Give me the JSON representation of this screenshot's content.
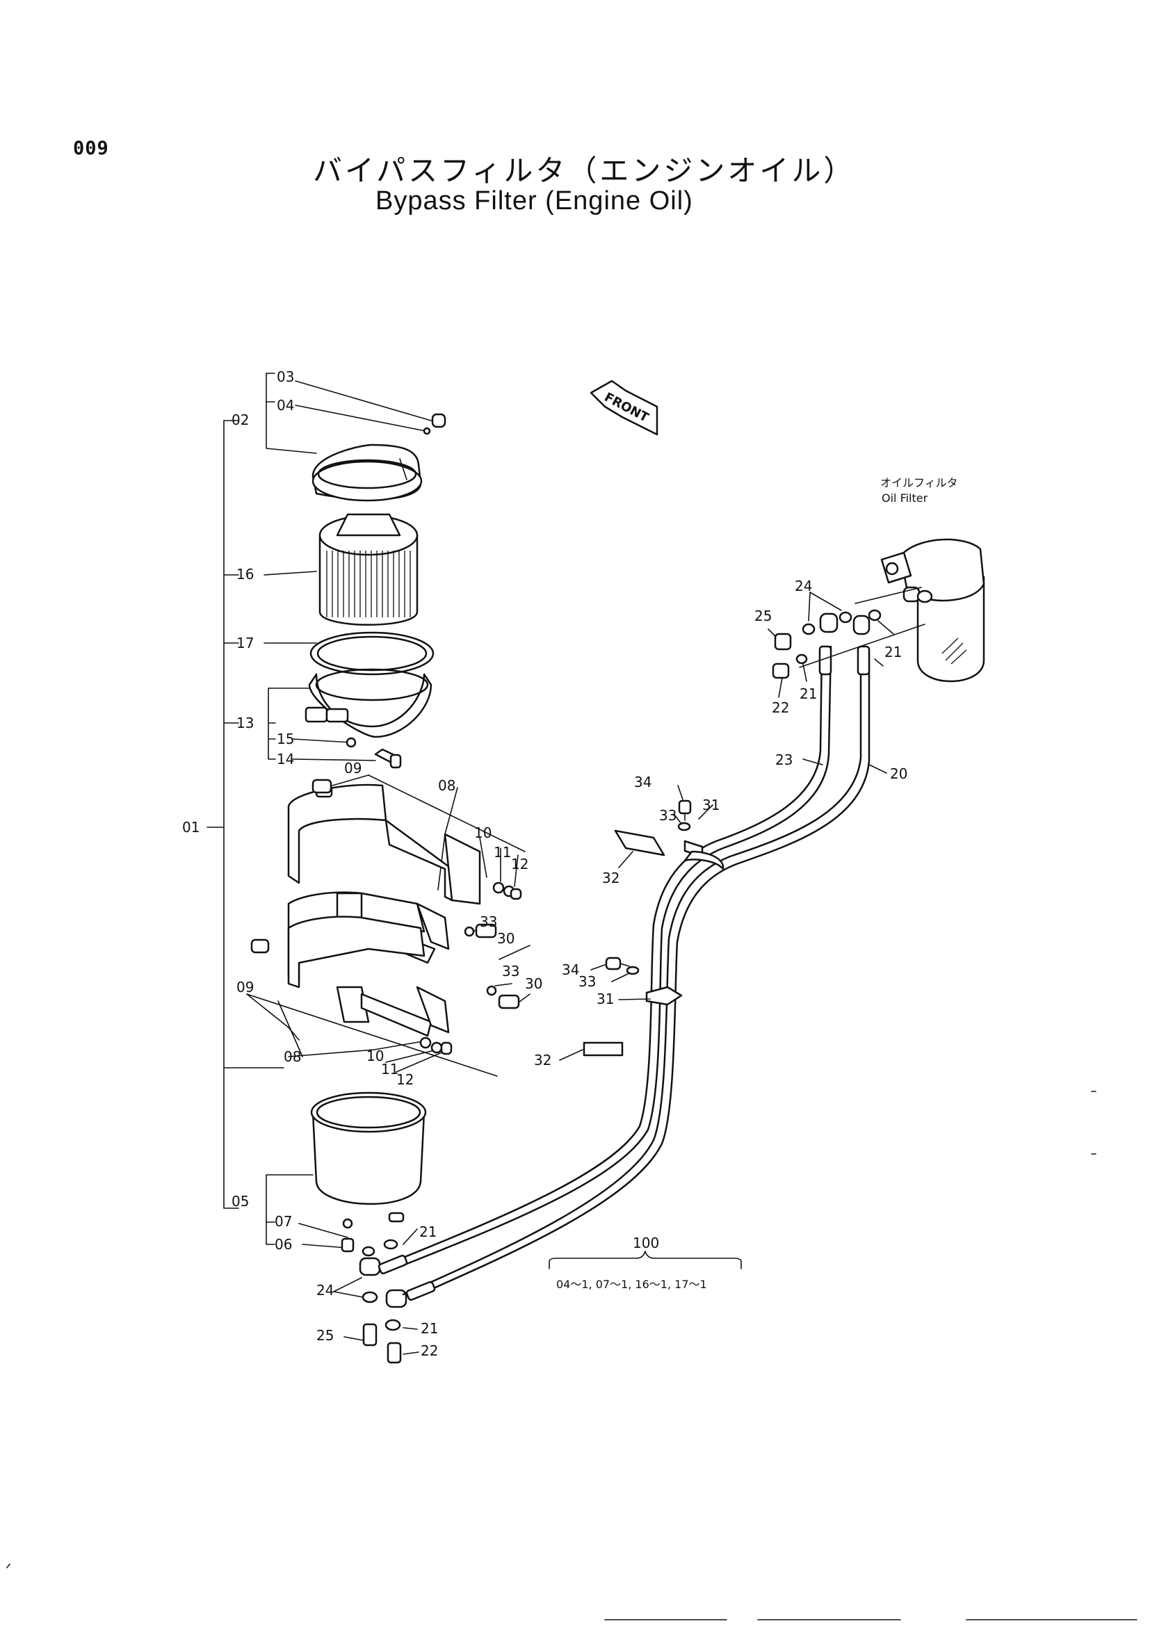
{
  "page_number": "009",
  "title_jp": "バイパスフィルタ（エンジンオイル）",
  "title_en": "Bypass Filter (Engine Oil)",
  "front_label": "FRONT",
  "oil_filter_label_jp": "オイルフィルタ",
  "oil_filter_label_en": "Oil Filter",
  "assembly_note": {
    "ref": "100",
    "items": "04〜1, 07〜1, 16〜1, 17〜1"
  },
  "callouts": {
    "c01": "01",
    "c02": "02",
    "c03": "03",
    "c04": "04",
    "c05": "05",
    "c06": "06",
    "c07": "07",
    "c08a": "08",
    "c08b": "08",
    "c09a": "09",
    "c09b": "09",
    "c10a": "10",
    "c10b": "10",
    "c11a": "11",
    "c11b": "11",
    "c12a": "12",
    "c12b": "12",
    "c13": "13",
    "c14": "14",
    "c15": "15",
    "c16": "16",
    "c17": "17",
    "c20": "20",
    "c21a": "21",
    "c21b": "21",
    "c21c": "21",
    "c21d": "21",
    "c22a": "22",
    "c22b": "22",
    "c23": "23",
    "c24a": "24",
    "c24b": "24",
    "c25a": "25",
    "c25b": "25",
    "c30a": "30",
    "c30b": "30",
    "c31a": "31",
    "c31b": "31",
    "c32a": "32",
    "c32b": "32",
    "c33a": "33",
    "c33b": "33",
    "c33c": "33",
    "c33d": "33",
    "c34a": "34",
    "c34b": "34"
  }
}
